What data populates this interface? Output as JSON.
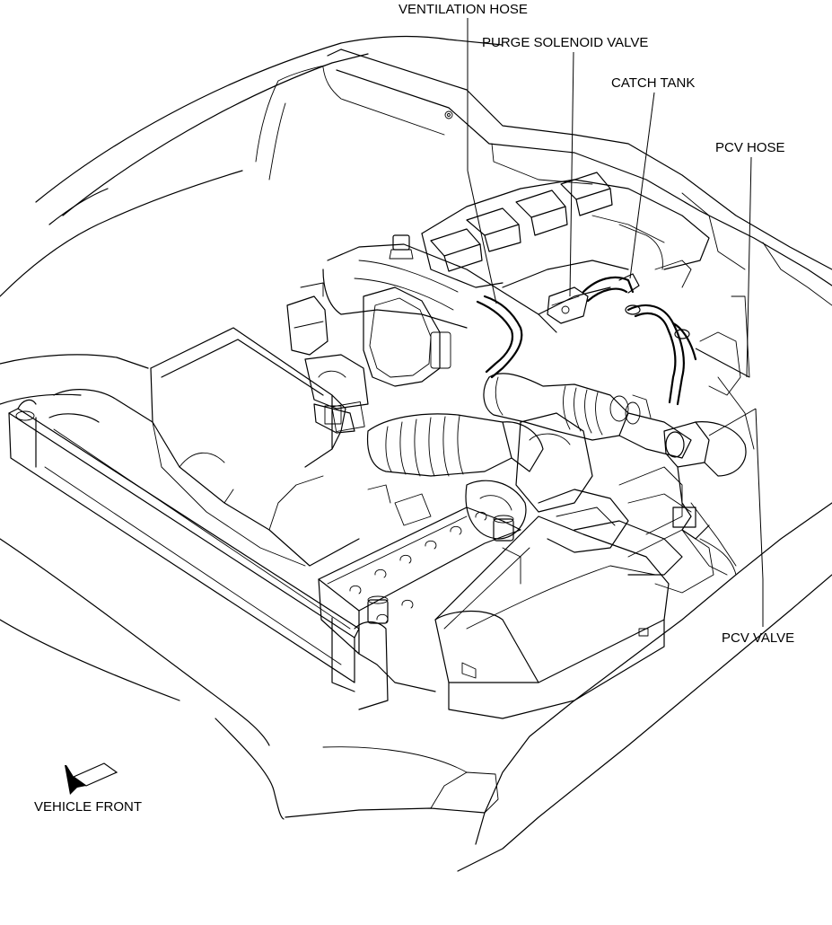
{
  "labels": {
    "ventilation_hose": "VENTILATION HOSE",
    "purge_solenoid_valve": "PURGE SOLENOID VALVE",
    "catch_tank": "CATCH TANK",
    "pcv_hose": "PCV HOSE",
    "pcv_valve": "PCV VALVE",
    "vehicle_front": "VEHICLE FRONT"
  }
}
